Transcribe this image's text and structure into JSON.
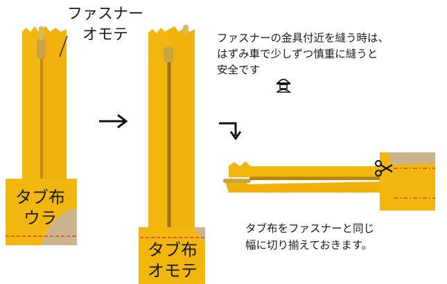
{
  "labels": {
    "zipper_front_line1": "ファスナー",
    "zipper_front_line2": "オモテ",
    "tab_back_line1": "タブ布",
    "tab_back_line2": "ウラ",
    "tab_front_line1": "タブ布",
    "tab_front_line2": "オモテ"
  },
  "notes": {
    "sewing_tip_line1": "ファスナーの金具付近を縫う時は、",
    "sewing_tip_line2": "はずみ車で少しずつ慎重に縫うと",
    "sewing_tip_line3": "安全です",
    "trim_line1": "タブ布をファスナーと同じ",
    "trim_line2": "幅に切り揃えておきます。"
  },
  "icons": {
    "right_arrow": "right-arrow-icon",
    "turn_arrow": "turn-down-arrow-icon",
    "scissors": "scissors-icon",
    "worker": "helmet-worker-icon"
  },
  "colors": {
    "tape": "#f2b70f",
    "teeth": "#b8860b",
    "slider": "#c9a441",
    "linen": "#cdb892",
    "dash_red": "#e23a2e"
  }
}
